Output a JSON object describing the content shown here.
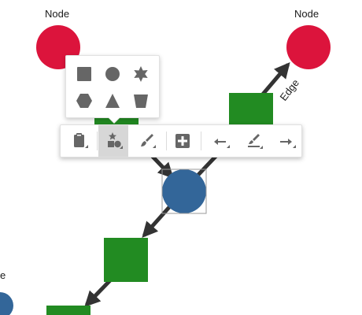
{
  "diagram": {
    "node_label_left": "Node",
    "node_label_right": "Node",
    "node_label_edge_cut": "e",
    "edge_label": "Edge"
  },
  "colors": {
    "node_red": "#dc143c",
    "node_blue": "#336699",
    "node_green": "#228b22",
    "edge": "#333333",
    "icon_gray": "#666666"
  },
  "shape_palette": {
    "items": [
      "square-icon",
      "circle-icon",
      "star-icon",
      "hexagon-icon",
      "triangle-icon",
      "trapezoid-icon"
    ]
  },
  "toolbar": {
    "items": [
      "clipboard-icon",
      "shapes-icon",
      "brush-icon",
      "add-icon",
      "arrow-left-icon",
      "underline-brush-icon",
      "arrow-right-icon"
    ],
    "active_item": "shapes-icon"
  }
}
